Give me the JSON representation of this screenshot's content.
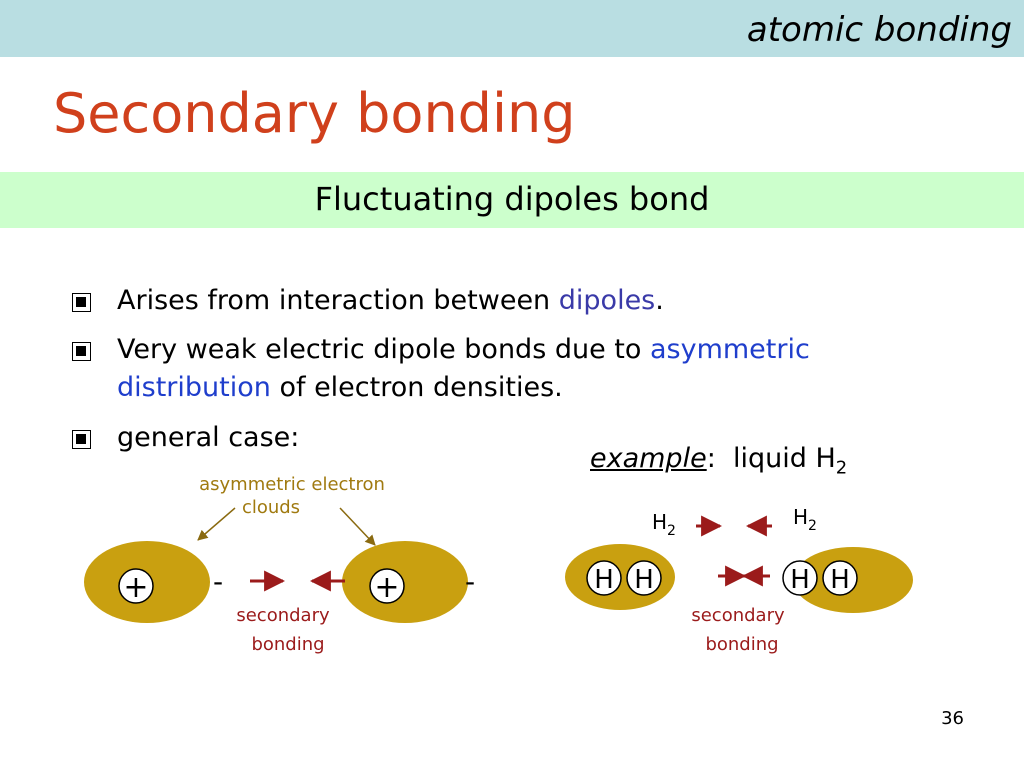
{
  "header": {
    "section": "atomic bonding"
  },
  "slide": {
    "title": "Secondary bonding",
    "subtitle": "Fluctuating dipoles bond"
  },
  "bullets": [
    {
      "pre": "Arises from interaction between ",
      "highlight": "dipoles",
      "post": "."
    },
    {
      "pre": "Very weak electric dipole bonds due to ",
      "highlight": "asymmetric",
      "line2_highlight": "distribution",
      "line2_post": " of electron densities."
    },
    {
      "pre": "general case:"
    }
  ],
  "example": {
    "label": "example",
    "sep": ":",
    "text": "liquid H",
    "sub": "2"
  },
  "general_diagram": {
    "clouds_label_line1": "asymmetric electron",
    "clouds_label_line2": "clouds",
    "plus": "+",
    "minus": "-",
    "bond_label_line1": "secondary",
    "bond_label_line2": "bonding"
  },
  "h2_diagram": {
    "h": "H",
    "h2_label": "H",
    "h2_sub": "2",
    "bond_label_line1": "secondary",
    "bond_label_line2": "bonding"
  },
  "colors": {
    "title": "#d0401c",
    "cloud": "#c9a010",
    "arrow": "#9b1b1b",
    "annotation": "#a07a10",
    "topbar": "#b9dee2",
    "subbar": "#ccffcc"
  },
  "page_number": "36"
}
